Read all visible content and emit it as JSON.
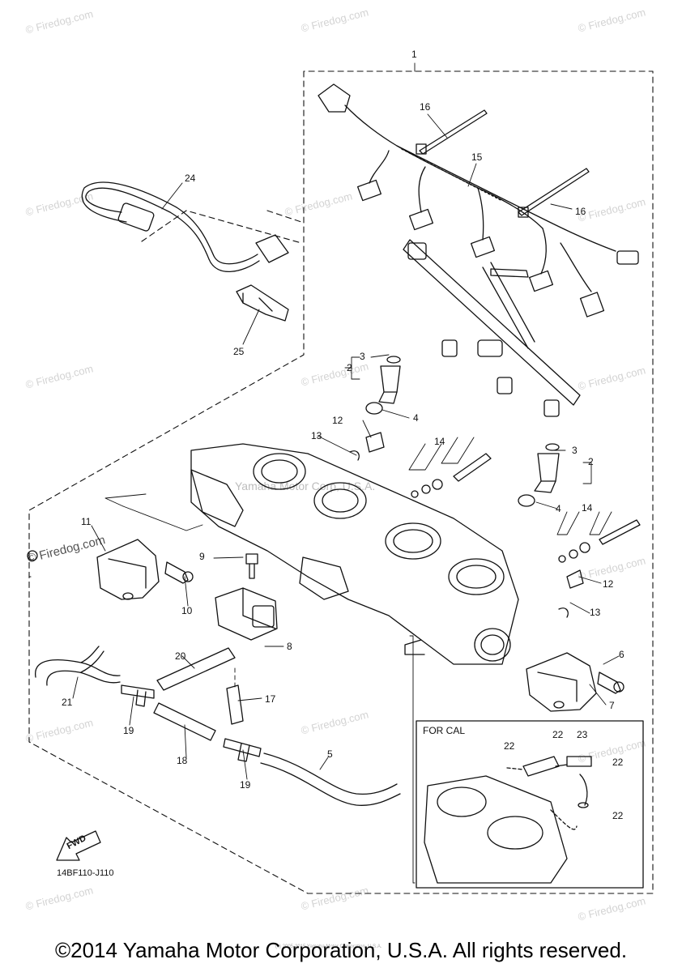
{
  "watermark": {
    "site_text": "© Firedog.com",
    "center_text": "Yamaha Motor Corp, U.S.A.",
    "copyright_small": "(c) 2005-2015 Yamaha Motor Corporation, U.S.A."
  },
  "callouts": [
    "1",
    "2",
    "3",
    "4",
    "5",
    "6",
    "7",
    "8",
    "9",
    "10",
    "11",
    "12",
    "13",
    "14",
    "15",
    "16",
    "17",
    "18",
    "19",
    "20",
    "21",
    "22",
    "23",
    "24",
    "25"
  ],
  "inset": {
    "title": "FOR CAL"
  },
  "diagram_code": "14BF110-J110",
  "fwd_label": "FWD",
  "footer": {
    "copyright": "©2014 Yamaha Motor Corporation, U.S.A. All rights reserved."
  },
  "colors": {
    "line": "#111111",
    "watermark": "#d3d3d3",
    "background": "#ffffff"
  }
}
